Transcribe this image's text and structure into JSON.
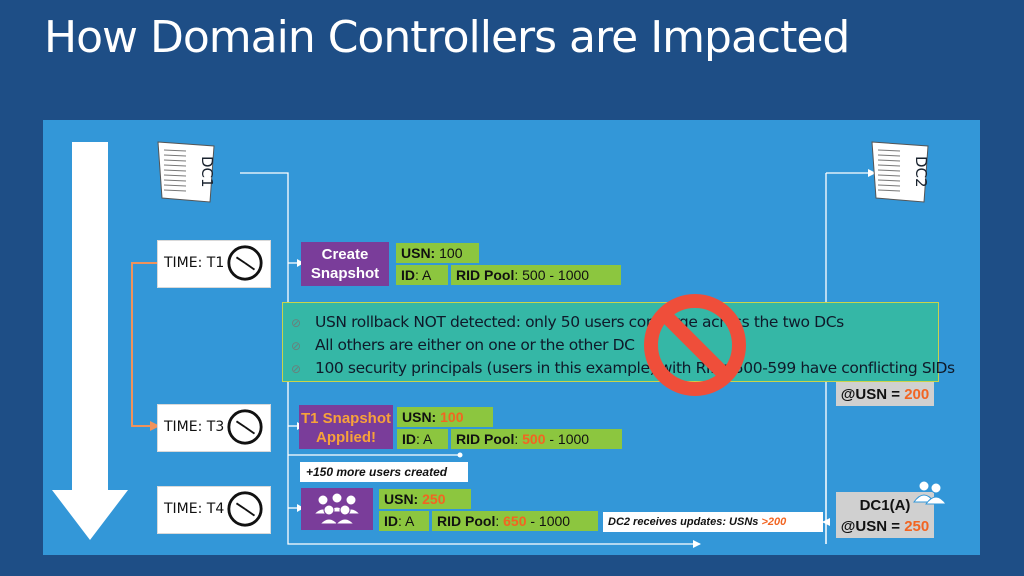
{
  "title": "How Domain Controllers are Impacted",
  "timeline_label": "Timeline of events",
  "servers": [
    {
      "label": "DC1"
    },
    {
      "label": "DC2"
    }
  ],
  "times": [
    {
      "label": "TIME: T1"
    },
    {
      "label": "TIME: T3"
    },
    {
      "label": "TIME: T4"
    }
  ],
  "t1": {
    "action_line1": "Create",
    "action_line2": "Snapshot",
    "usn_key": "USN:",
    "usn_val": "100",
    "id_key": "ID",
    "id_val": ": A",
    "rid_key": "RID Pool",
    "rid_val": ": 500 - 1000"
  },
  "t3": {
    "action_line1": "T1 Snapshot",
    "action_line2": "Applied!",
    "usn_key": "USN:",
    "usn_val": "100",
    "id_key": "ID",
    "id_val": ": A",
    "rid_key": "RID Pool",
    "rid_sep": ": ",
    "rid_start": "500",
    "rid_end": " - 1000",
    "note": "+150 more users created"
  },
  "t4": {
    "usn_key": "USN:",
    "usn_val": "250",
    "id_key": "ID",
    "id_val": ": A",
    "rid_key": "RID Pool",
    "rid_sep": ": ",
    "rid_start": "650",
    "rid_end": " - 1000",
    "note_prefix": "DC2 receives updates: USNs ",
    "note_value": ">200"
  },
  "callout": {
    "lines": [
      "USN rollback NOT detected: only 50 users converge across the two DCs",
      "All others are either on one or the other DC",
      "100 security principals (users in this example) with RIDs 500-599 have conflicting SIDs"
    ]
  },
  "dc_boxes": [
    {
      "line1": "",
      "usn_prefix": "@USN = ",
      "usn_value": "200"
    },
    {
      "line1": "DC1(A)",
      "usn_prefix": "@USN = ",
      "usn_value": "250"
    }
  ],
  "colors": {
    "background": "#1e4e86",
    "panel": "#3397d8",
    "purple": "#7a3d9a",
    "green": "#8cc63f",
    "orange": "#f26522",
    "teal": "#35b7a6",
    "no_sign": "#ef4e3a"
  },
  "icons": [
    "server-icon",
    "clock-icon",
    "users-icon",
    "no-sign-icon",
    "timeline-arrow-icon"
  ]
}
